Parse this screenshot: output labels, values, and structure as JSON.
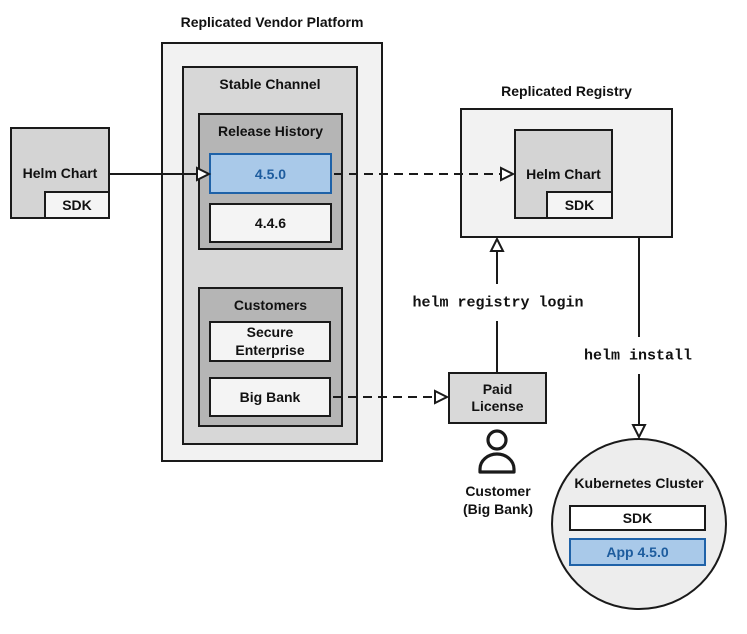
{
  "titles": {
    "vendor_platform": "Replicated Vendor Platform",
    "registry": "Replicated Registry",
    "stable_channel": "Stable Channel",
    "release_history": "Release History",
    "customers": "Customers",
    "cluster": "Kubernetes Cluster"
  },
  "boxes": {
    "helm_chart_source": "Helm Chart",
    "helm_chart_source_sdk": "SDK",
    "release_450": "4.5.0",
    "release_446": "4.4.6",
    "customer_secure": "Secure Enterprise",
    "customer_bigbank": "Big Bank",
    "registry_helm_chart": "Helm Chart",
    "registry_sdk": "SDK",
    "paid_license": "Paid License",
    "cluster_sdk": "SDK",
    "cluster_app": "App 4.5.0"
  },
  "labels": {
    "customer_line1": "Customer",
    "customer_line2": "(Big Bank)"
  },
  "commands": {
    "registry_login": "helm registry login",
    "install": "helm install"
  },
  "icons": {
    "customer": "person-icon"
  },
  "colors": {
    "highlight_fill": "#a9c9e9",
    "highlight_border": "#1f62a8",
    "highlight_text": "#1d5c9e",
    "line_color": "#1a1a1a",
    "platform_fill": "#f2f2f2",
    "channel_fill": "#d7d7d7",
    "history_fill": "#b5b5b5"
  }
}
